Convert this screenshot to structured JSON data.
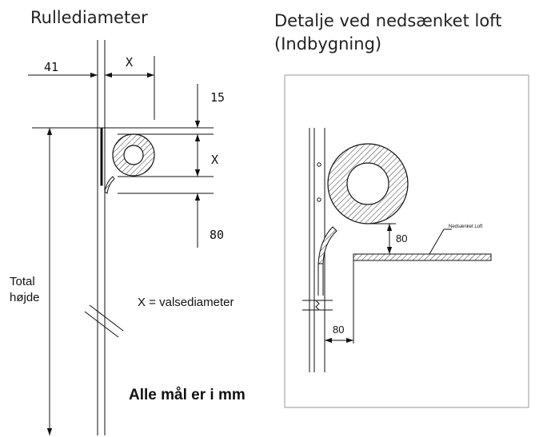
{
  "left": {
    "title": "Rullediameter",
    "dim_41": "41",
    "dim_x_top": "X",
    "dim_15": "15",
    "dim_x_side": "X",
    "dim_80": "80",
    "total_line1": "Total",
    "total_line2": "højde",
    "legend": "X = valsediameter",
    "note": "Alle mål er i mm"
  },
  "right": {
    "title_line1": "Detalje ved nedsænket loft",
    "title_line2": "(Indbygning)",
    "dim_80_vertical": "80",
    "dim_80_horizontal": "80",
    "ceiling_label": "Nedsænket Loft"
  }
}
